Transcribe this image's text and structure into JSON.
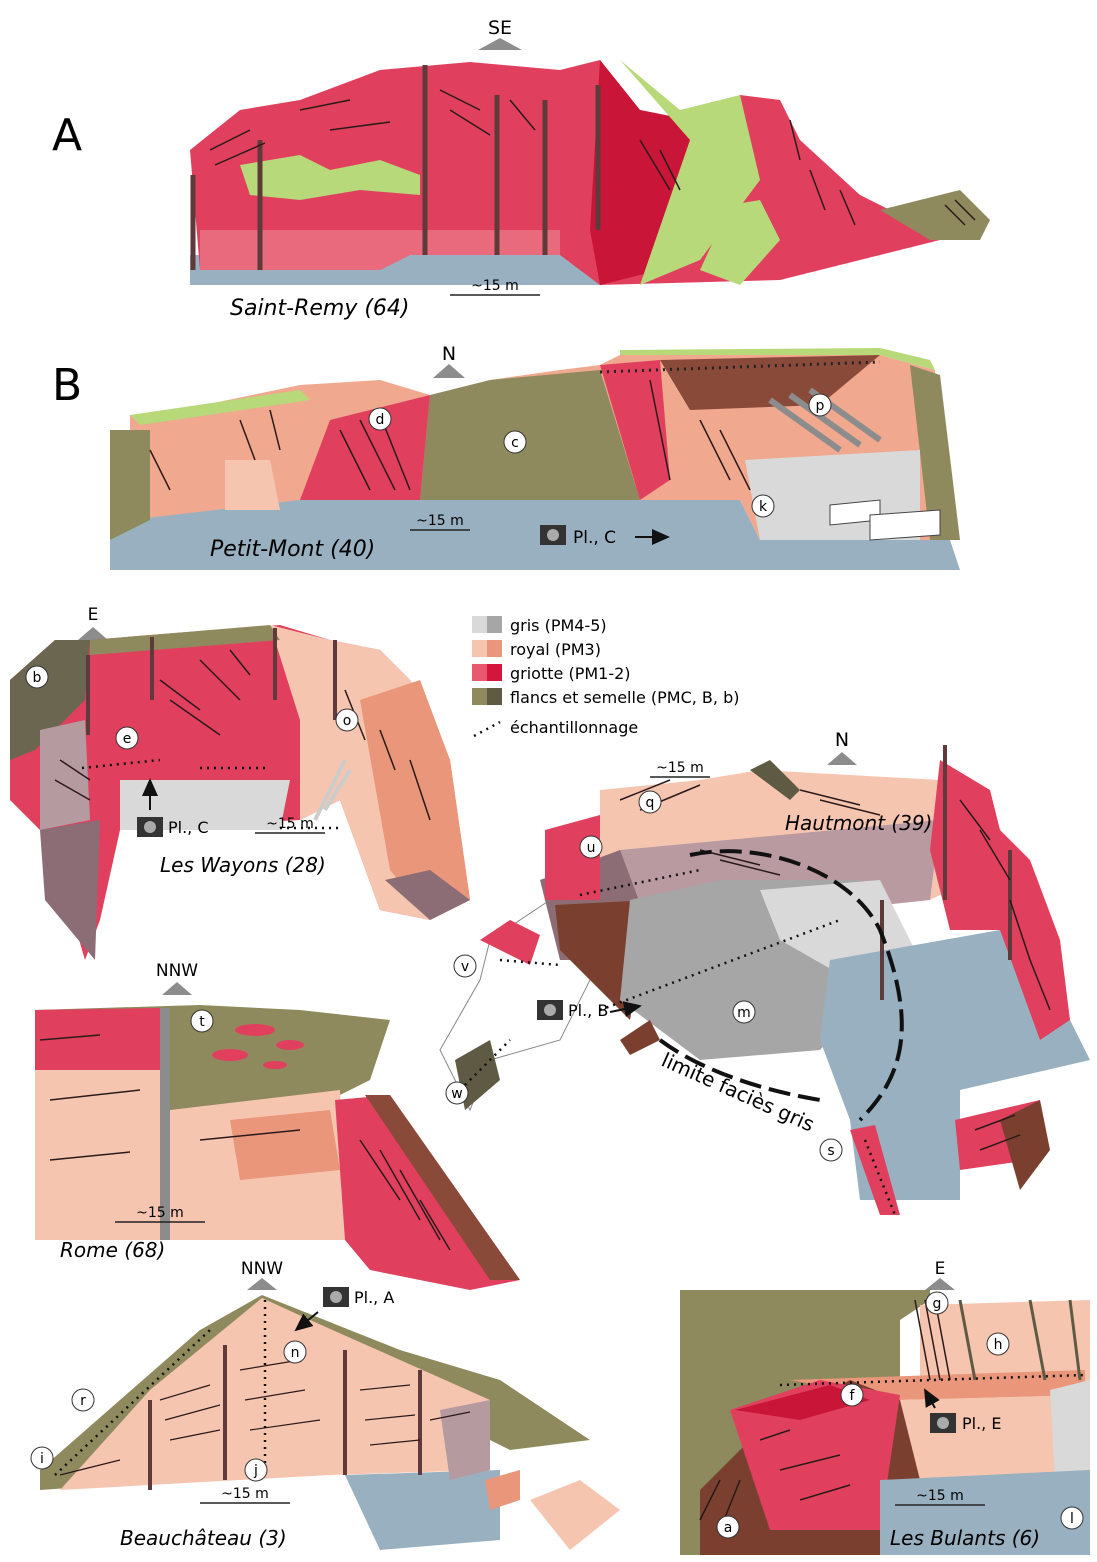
{
  "panels": {
    "a": {
      "letter": "A",
      "compass": "SE",
      "scale": "~15 m",
      "site": "Saint-Remy (64)"
    },
    "b": {
      "letter": "B",
      "compass": "N",
      "scale": "~15 m",
      "site": "Petit-Mont (40)",
      "photo": "Pl., C"
    },
    "wayons": {
      "compass": "E",
      "scale": "~15 m",
      "site": "Les Wayons (28)",
      "photo": "Pl., C"
    },
    "hautmont": {
      "compass": "N",
      "scale": "~15 m",
      "site": "Hautmont (39)",
      "photo": "Pl., B",
      "boundary": "limite faciès gris"
    },
    "rome": {
      "compass": "NNW",
      "scale": "~15 m",
      "site": "Rome (68)"
    },
    "beauchateau": {
      "compass": "NNW",
      "scale": "~15 m",
      "site": "Beauchâteau (3)",
      "photo": "Pl., A"
    },
    "bulants": {
      "compass": "E",
      "scale": "~15 m",
      "site": "Les Bulants (6)",
      "photo": "Pl., E"
    }
  },
  "legend": [
    {
      "label": "gris (PM4-5)",
      "light": "#d9d9d9",
      "dark": "#a6a6a6"
    },
    {
      "label": "royal (PM3)",
      "light": "#f6c5b0",
      "dark": "#e9967a"
    },
    {
      "label": "griotte (PM1-2)",
      "light": "#e8586e",
      "dark": "#d4163c"
    },
    {
      "label": "flancs et semelle (PMC, B, b)",
      "light": "#8f8a5e",
      "dark": "#5f5a44"
    }
  ],
  "sampling": "échantillonnage",
  "points": [
    "a",
    "b",
    "c",
    "d",
    "e",
    "f",
    "g",
    "h",
    "i",
    "j",
    "k",
    "l",
    "m",
    "n",
    "o",
    "p",
    "q",
    "r",
    "s",
    "t",
    "u",
    "v",
    "w"
  ],
  "colors": {
    "water": "#98b0c0",
    "green": "#b8d97a",
    "olive": "#8f8a5e",
    "brown": "#8a4a3a",
    "griotte": "#e0405e",
    "royal": "#f6c5b0",
    "gris": "#a6a6a6"
  }
}
